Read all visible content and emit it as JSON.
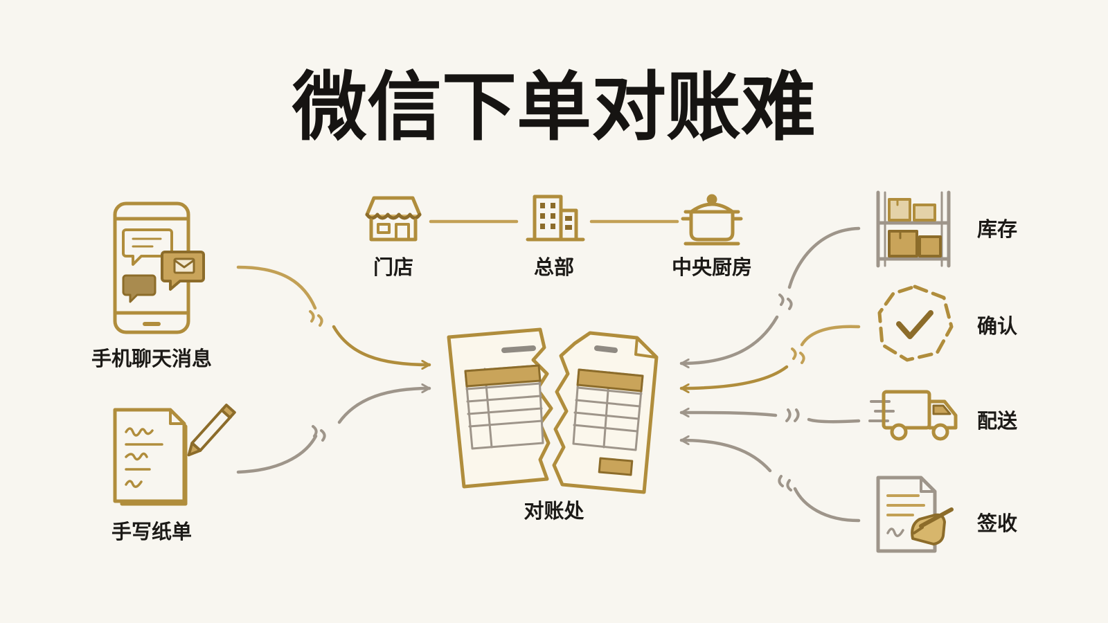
{
  "title": "微信下单对账难",
  "sources": [
    {
      "id": "chat",
      "label": "手机聊天消息",
      "icon": "phone-chat-icon"
    },
    {
      "id": "paper",
      "label": "手写纸单",
      "icon": "handwritten-order-icon"
    }
  ],
  "chain": [
    {
      "id": "store",
      "label": "门店",
      "icon": "store-icon"
    },
    {
      "id": "hq",
      "label": "总部",
      "icon": "office-building-icon"
    },
    {
      "id": "kitchen",
      "label": "中央厨房",
      "icon": "cooking-pot-icon"
    }
  ],
  "center": {
    "label": "对账处",
    "icon": "torn-ledger-icon"
  },
  "steps": [
    {
      "id": "inventory",
      "label": "库存",
      "icon": "warehouse-shelf-icon"
    },
    {
      "id": "confirm",
      "label": "确认",
      "icon": "check-badge-icon"
    },
    {
      "id": "delivery",
      "label": "配送",
      "icon": "delivery-truck-icon"
    },
    {
      "id": "signoff",
      "label": "签收",
      "icon": "signed-document-icon"
    }
  ],
  "colors": {
    "gold": "#b08d3c",
    "gold_dark": "#8c6c2a",
    "gold_fill": "#c9a45a",
    "gray_line": "#9e958a",
    "text": "#1c1a17",
    "background": "#f8f6f0"
  }
}
